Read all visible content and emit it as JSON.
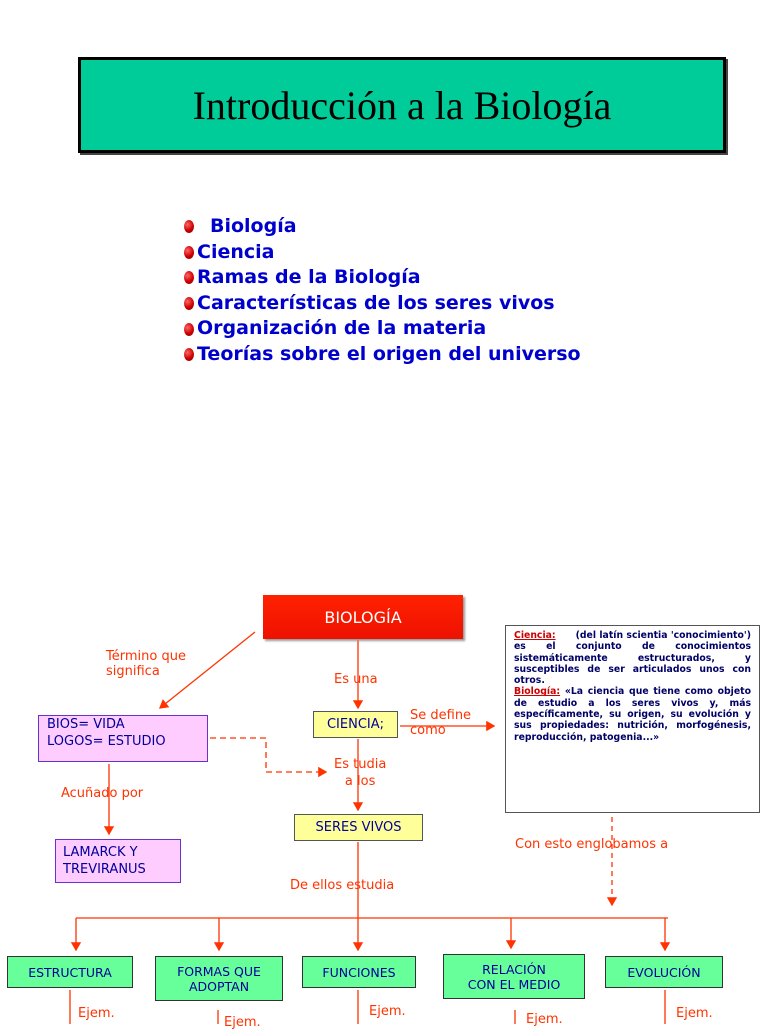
{
  "slide1": {
    "title": "Introducción a la Biología",
    "bullets": [
      "Biología",
      "Ciencia",
      "Ramas de la Biología",
      "Características de los seres vivos",
      "Organización de la materia",
      "Teorías sobre el origen del universo"
    ]
  },
  "concept_map": {
    "nodes": {
      "biologia": "BIOLOGÍA",
      "bios_line1": "BIOS= VIDA",
      "bios_line2": "LOGOS= ESTUDIO",
      "lamarck_line1": "LAMARCK Y",
      "lamarck_line2": "TREVIRANUS",
      "ciencia": "CIENCIA;",
      "seres_vivos": "SERES VIVOS",
      "estructura": "ESTRUCTURA",
      "formas_line1": "FORMAS QUE",
      "formas_line2": "ADOPTAN",
      "funciones": "FUNCIONES",
      "relacion_line1": "RELACIÓN",
      "relacion_line2": "CON EL MEDIO",
      "evolucion": "EVOLUCIÓN"
    },
    "labels": {
      "termino_line1": "Término que",
      "termino_line2": "significa",
      "es_una": "Es  una",
      "se_define_line1": "Se define",
      "se_define_line2": "como",
      "estudia_line1": "Es  tudia",
      "estudia_line2": "a  los",
      "acunado_por": "Acuñado por",
      "con_esto": "Con esto englobamos a",
      "de_ellos": "De ellos  estudia",
      "ejem": "Ejem."
    },
    "definition": {
      "ciencia_term": "Ciencia:",
      "ciencia_text": "(del latín scientia 'conocimiento') es el conjunto de conocimientos sistemáticamente estructurados, y susceptibles de ser articulados unos con otros.",
      "biologia_term": "Biología:",
      "biologia_text": "«La ciencia que tiene como objeto de estudio a los seres vivos y, más específicamente, su origen, su evolución y sus propiedades: nutrición, morfogénesis, reproducción, patogenia...»"
    }
  },
  "colors": {
    "title_bg": "#00cc99",
    "bullet_text": "#0000cc",
    "biologia_bg": "#ff2200",
    "arrow": "#ff3300",
    "node_yellow": "#ffff99",
    "node_green": "#66ff99",
    "node_pink": "#ffccff"
  },
  "icons": {
    "bullet": "red-bullet-icon"
  }
}
